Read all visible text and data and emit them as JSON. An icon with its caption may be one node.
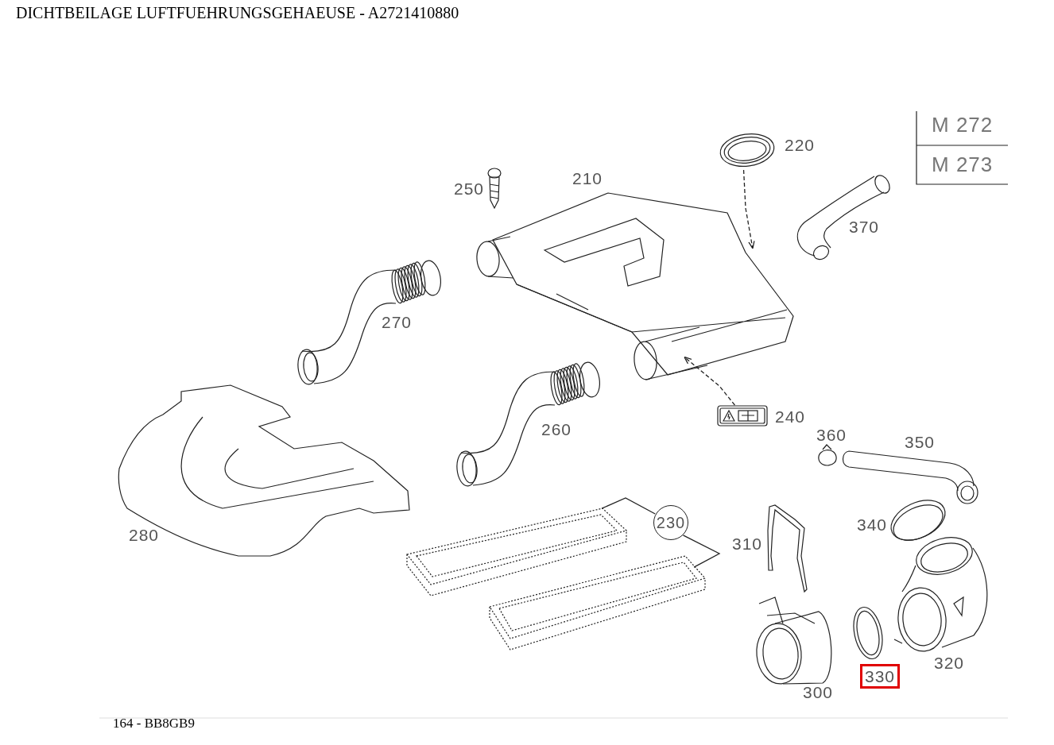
{
  "diagram": {
    "title": "DICHTBEILAGE LUFTFUEHRUNGSGEHAEUSE - A2721410880",
    "caption": "164 - BB8GB9",
    "nodes": [
      {
        "text": [],
        "shape": "picture"
      },
      {
        "text": [],
        "shape": "picture"
      },
      {
        "text": [],
        "shape": "picture"
      },
      {
        "text": [
          "230"
        ]
      },
      {
        "text": [],
        "shape": "picture"
      },
      {
        "text": [],
        "shape": "picture"
      }
    ],
    "edges": [
      {
        "from": 0,
        "to": 1,
        "arrow": "to",
        "style": "dashed"
      },
      {
        "from": 2,
        "to": 1,
        "arrow": "to",
        "style": "dashed"
      },
      {
        "from": 3,
        "to": 4,
        "arrow": "none"
      },
      {
        "from": 3,
        "to": 5,
        "arrow": "none"
      }
    ],
    "labels": [
      "M 272",
      "220",
      "M 273",
      "210",
      "250",
      "370",
      "270",
      "240",
      "260",
      "360",
      "350",
      "340",
      "280",
      "310",
      "320",
      "330",
      "300"
    ]
  }
}
